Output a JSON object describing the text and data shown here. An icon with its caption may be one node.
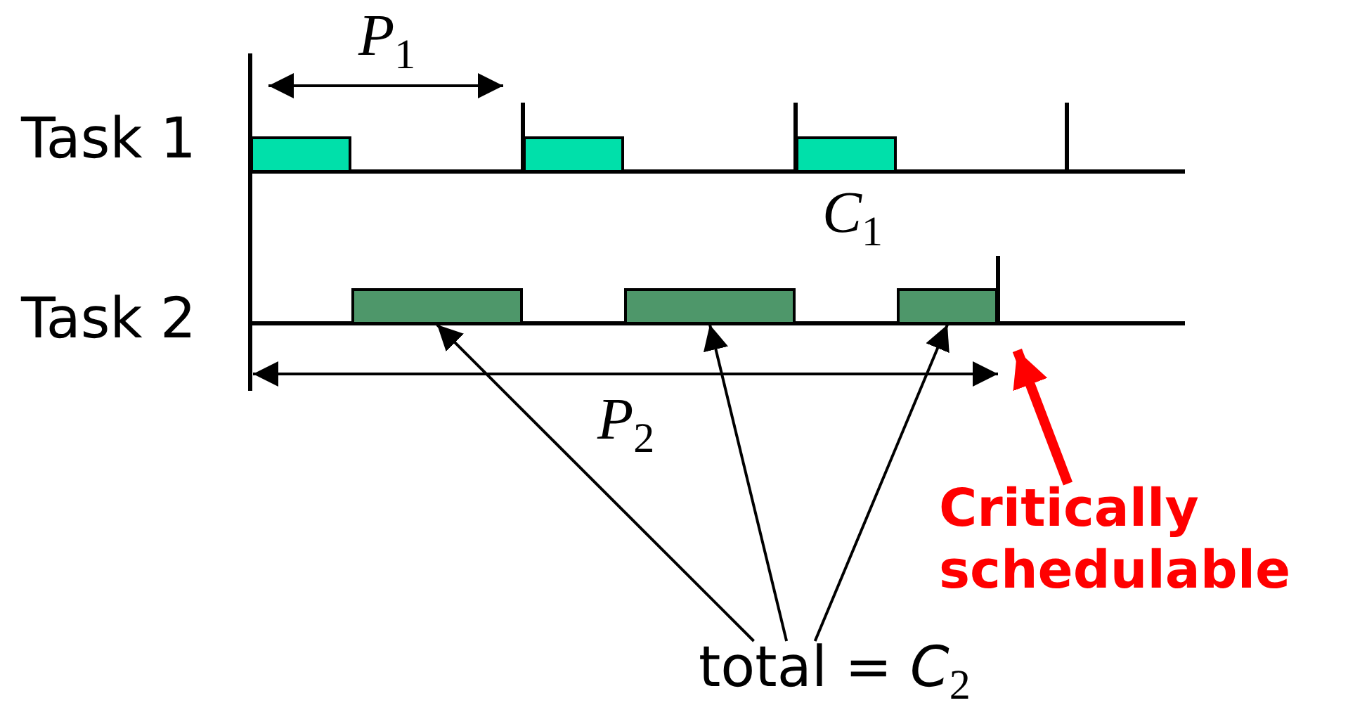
{
  "diagram": {
    "nodes": [
      {
        "text": [],
        "shape": "bar"
      },
      {
        "text": [],
        "shape": "bar"
      },
      {
        "text": [],
        "shape": "bar"
      },
      {
        "text": [],
        "shape": "bar"
      },
      {
        "text": [],
        "shape": "bar"
      },
      {
        "text": [],
        "shape": "bar"
      },
      {
        "text": [
          "total = *C*$_{2}$"
        ]
      },
      {
        "text": [
          "Critically schedulable"
        ]
      }
    ],
    "edges": [
      {
        "from": 6,
        "to": 3,
        "arrow": "to"
      },
      {
        "from": 6,
        "to": 4,
        "arrow": "to"
      },
      {
        "from": 6,
        "to": 5,
        "arrow": "to"
      },
      {
        "from": 7,
        "to": 5,
        "arrow": "to",
        "style": "thick",
        "color": "#ff0000"
      }
    ],
    "labels": [
      "*P*$_{1}$",
      "Task 1",
      "*C*$_{1}$",
      "Task 2",
      "*P*$_{2}$"
    ]
  }
}
